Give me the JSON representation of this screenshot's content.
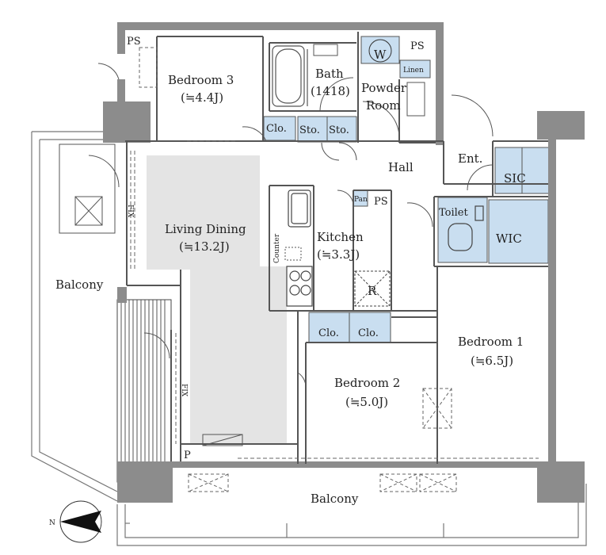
{
  "colors": {
    "wall": "#8c8c8c",
    "line": "#555555",
    "storage": "#c9def0",
    "living_shade": "#e4e4e4",
    "background": "#ffffff"
  },
  "rooms": {
    "bedroom3": {
      "name": "Bedroom 3",
      "size": "(≒4.4J)"
    },
    "bath": {
      "name": "Bath",
      "size": "(1418)"
    },
    "powder": {
      "line1": "Powder",
      "line2": "Room"
    },
    "living": {
      "name": "Living Dining",
      "size": "(≒13.2J)"
    },
    "kitchen": {
      "name": "Kitchen",
      "size": "(≒3.3J)"
    },
    "bedroom2": {
      "name": "Bedroom 2",
      "size": "(≒5.0J)"
    },
    "bedroom1": {
      "name": "Bedroom 1",
      "size": "(≒6.5J)"
    },
    "hall": "Hall",
    "entrance": "Ent.",
    "toilet": "Toilet",
    "balcony_left": "Balcony",
    "balcony_bottom": "Balcony"
  },
  "labels": {
    "ps_top_left": "PS",
    "ps_top_right": "PS",
    "ps_kitchen": "PS",
    "w": "W",
    "linen": "Linen",
    "clo_bedroom3": "Clo.",
    "sto1": "Sto.",
    "sto2": "Sto.",
    "pan": "Pan",
    "counter": "Counter",
    "r": "R",
    "clo_bedroom2_a": "Clo.",
    "clo_bedroom2_b": "Clo.",
    "sic": "SIC",
    "wic": "WIC",
    "p": "P",
    "compass_n": "N",
    "fix_a": "FIX",
    "fix_b": "FIX"
  }
}
